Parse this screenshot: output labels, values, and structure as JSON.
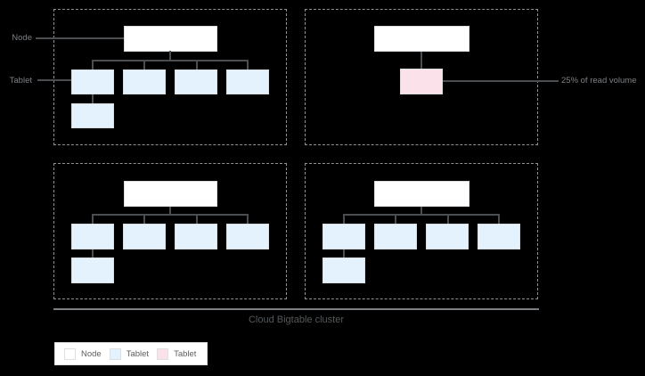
{
  "labels": {
    "node": "Node",
    "tablet": "Tablet",
    "read_volume": "25% of read volume",
    "cluster": "Cloud Bigtable cluster"
  },
  "legend": {
    "items": [
      {
        "label": "Node",
        "color": "#ffffff"
      },
      {
        "label": "Tablet",
        "color": "#e3f2fc"
      },
      {
        "label": "Tablet",
        "color": "#fbe2ea"
      }
    ]
  },
  "colors": {
    "node_fill": "#ffffff",
    "tablet_fill": "#e3f2fc",
    "hot_tablet_fill": "#fbe2ea",
    "connector": "#4a4e51",
    "dashed_border": "#8f9193",
    "divider": "#7c7f82"
  }
}
